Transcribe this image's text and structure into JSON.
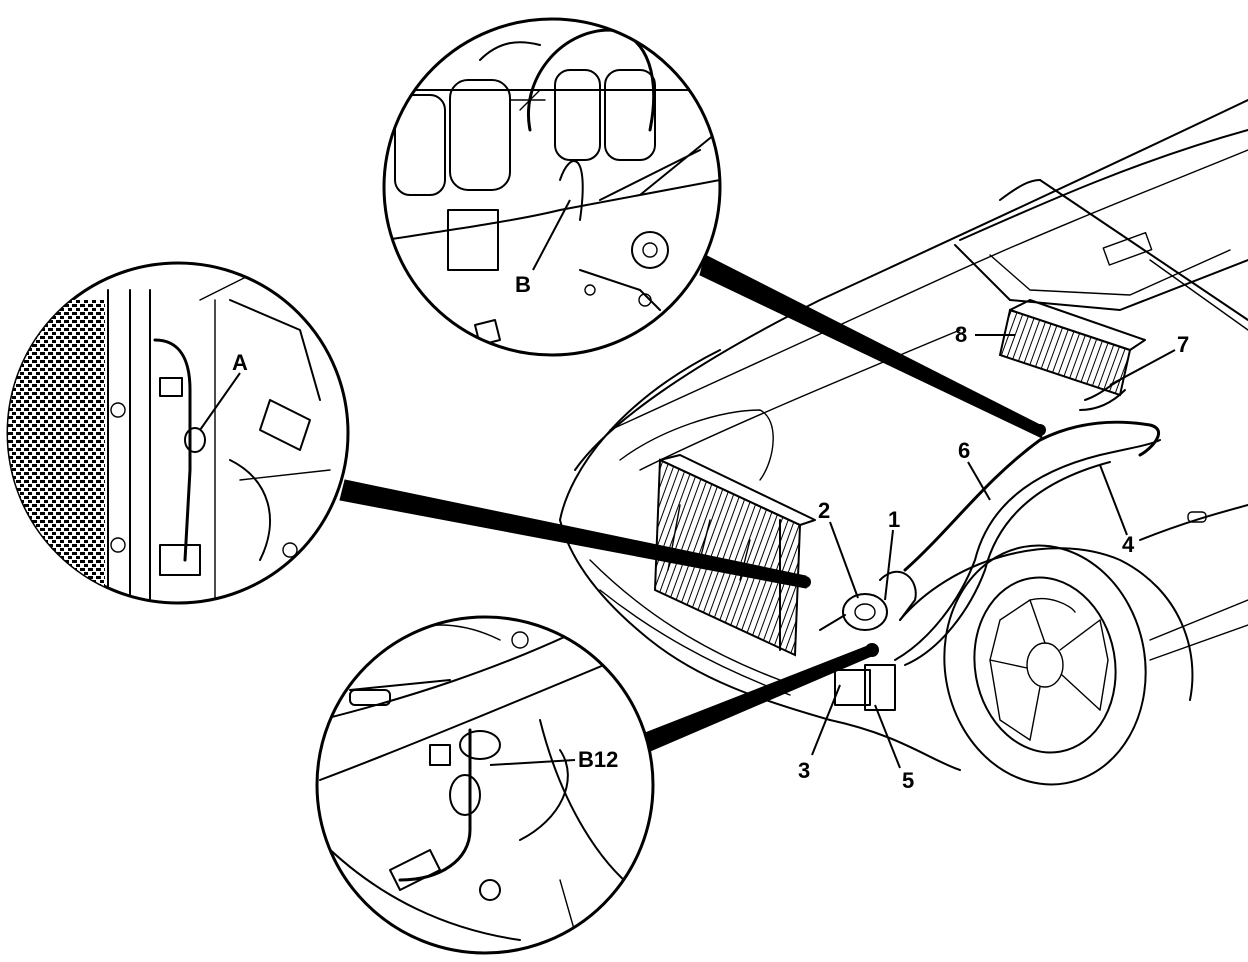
{
  "callouts": {
    "c1": "1",
    "c2": "2",
    "c3": "3",
    "c4": "4",
    "c5": "5",
    "c6": "6",
    "c7": "7",
    "c8": "8"
  },
  "details": {
    "A": "A",
    "B": "B",
    "B12": "B12"
  },
  "colors": {
    "ink": "#000000",
    "paper": "#ffffff"
  }
}
